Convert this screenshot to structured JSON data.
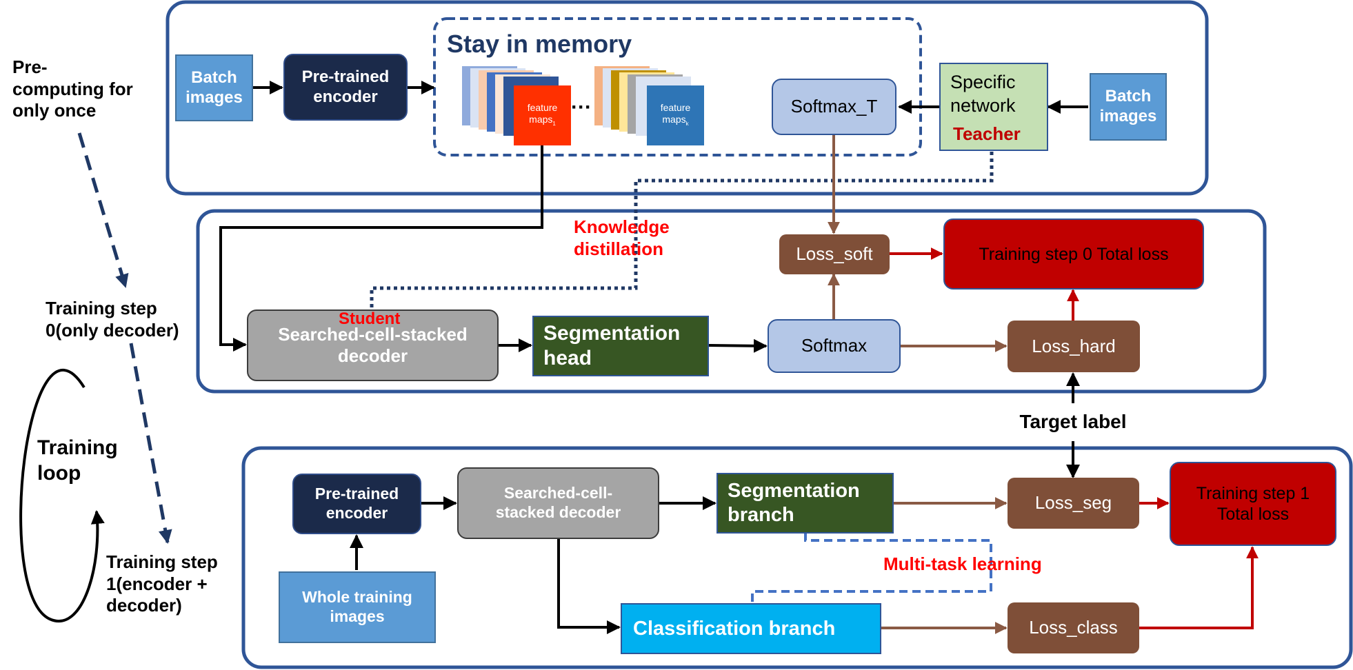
{
  "colors": {
    "panel_border": "#2f5597",
    "navy": "#1b2a4a",
    "light_blue": "#5b9bd5",
    "gray": "#a5a5a5",
    "dark_green": "#375623",
    "pale_blue": "#b4c7e7",
    "brown": "#7f4f38",
    "dark_red": "#c00000",
    "teal": "#00b0f0",
    "teacher_green": "#c5e0b4",
    "red_text": "#ff0000",
    "dark_red_text": "#c00000"
  },
  "loop": {
    "precompute": "Pre-\ncomputing for\nonly once",
    "step0": "Training step\n0(only decoder)",
    "training_loop": "Training\nloop",
    "step1": "Training step\n1(encoder +\ndecoder)"
  },
  "top": {
    "batch_images_left": "Batch\nimages",
    "pretrained_encoder": "Pre-trained\nencoder",
    "memory_title": "Stay in memory",
    "feature_maps_1_line1": "feature",
    "feature_maps_1_line2": "maps",
    "feature_maps_1_sub": "1",
    "ellipsis": "···",
    "feature_maps_k_line1": "feature",
    "feature_maps_k_line2": "maps",
    "feature_maps_k_sub": "k",
    "softmax_t": "Softmax_T",
    "specific_network": "Specific\nnetwork",
    "teacher": "Teacher",
    "batch_images_right": "Batch\nimages"
  },
  "middle": {
    "knowledge_distillation": "Knowledge\ndistillation",
    "student": "Student",
    "decoder": "Searched-cell-stacked\ndecoder",
    "seg_head": "Segmentation\nhead",
    "softmax": "Softmax",
    "loss_soft": "Loss_soft",
    "loss_hard": "Loss_hard",
    "total_loss_0": "Training step 0 Total loss"
  },
  "target_label": "Target label",
  "bottom": {
    "pretrained_encoder": "Pre-trained\nencoder",
    "decoder": "Searched-cell-\nstacked decoder",
    "seg_branch": "Segmentation\nbranch",
    "loss_seg": "Loss_seg",
    "total_loss_1": "Training step 1\nTotal loss",
    "multi_task": "Multi-task learning",
    "whole_images": "Whole training\nimages",
    "cls_branch": "Classification branch",
    "loss_class": "Loss_class"
  }
}
